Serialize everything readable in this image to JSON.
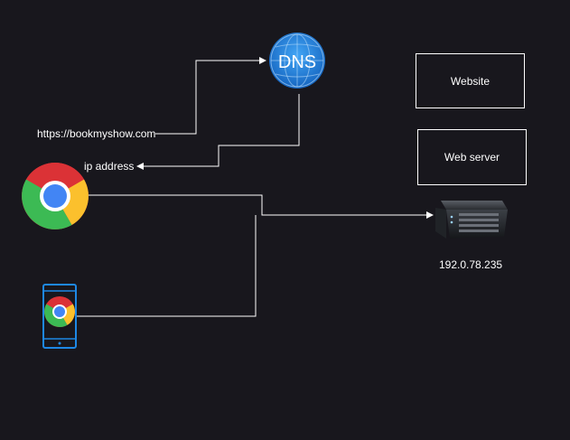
{
  "nodes": {
    "dns": {
      "label": "DNS"
    },
    "website": {
      "label": "Website"
    },
    "web_server": {
      "label": "Web server"
    },
    "server_ip": {
      "label": "192.0.78.235"
    },
    "url": {
      "label": "https://bookmyshow.com"
    },
    "ip_response": {
      "label": "ip address"
    }
  },
  "colors": {
    "background": "#18171d",
    "connector": "#ffffff",
    "dns_blue": "#1e88e5",
    "phone_blue": "#1e88e5",
    "chrome_red": "#db3236",
    "chrome_yellow": "#fbc02d",
    "chrome_green": "#3cba54",
    "chrome_blue": "#4285f4"
  },
  "icons": {
    "dns": "dns-globe-icon",
    "desktop_browser": "chrome-browser-icon",
    "mobile_browser": "mobile-phone-chrome-icon",
    "server": "server-rack-icon"
  }
}
